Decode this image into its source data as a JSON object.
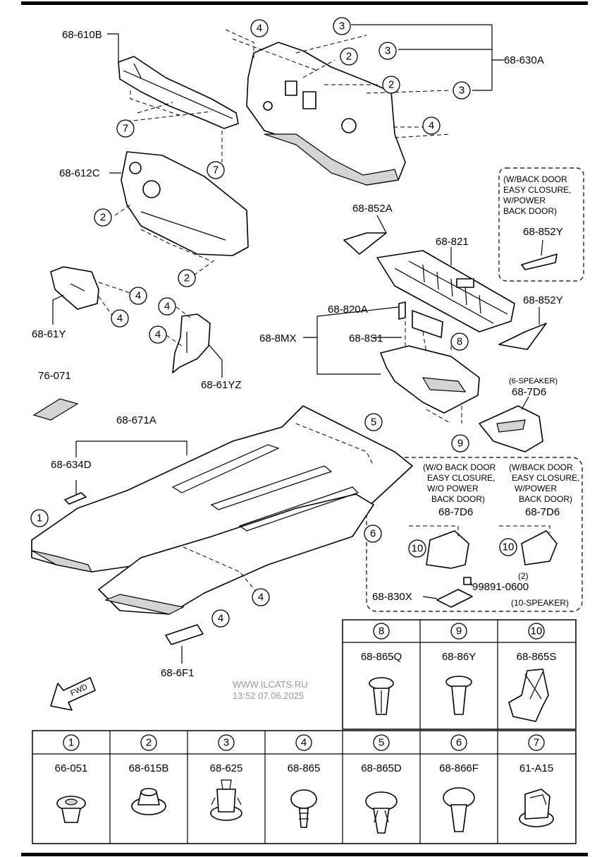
{
  "watermark": {
    "site": "WWW.ILCATS.RU",
    "time": "13:52 07.06.2025"
  },
  "fwd_label": "FWD",
  "labels": {
    "p610B": "68-610B",
    "p630A": "68-630A",
    "p612C": "68-612C",
    "p61Y": "68-61Y",
    "p61YZ": "68-61YZ",
    "p852A": "68-852A",
    "p821": "68-821",
    "p852Y_a": "68-852Y",
    "p852Y_b": "68-852Y",
    "p820A": "68-820A",
    "p8MX": "68-8MX",
    "p8S1": "68-8S1",
    "p7D6_a": "68-7D6",
    "p7D6_b": "68-7D6",
    "p7D6_c": "68-7D6",
    "p76071": "76-071",
    "p671A": "68-671A",
    "p634D": "68-634D",
    "p6F1": "68-6F1",
    "p830X": "68-830X",
    "p99891": "99891-0600",
    "qty2": "(2)"
  },
  "notes": {
    "easy_closure_1": [
      "(W/BACK DOOR",
      "EASY CLOSURE,",
      "W/POWER",
      "BACK DOOR)"
    ],
    "six_speaker": "(6-SPEAKER)",
    "wo_back_door": [
      "(W/O BACK DOOR",
      "EASY CLOSURE,",
      "W/O POWER",
      "BACK DOOR)"
    ],
    "w_back_door": [
      "(W/BACK DOOR",
      "EASY CLOSURE,",
      "W/POWER",
      "BACK DOOR)"
    ],
    "ten_speaker": "(10-SPEAKER)"
  },
  "callouts": [
    "1",
    "2",
    "3",
    "4",
    "5",
    "6",
    "7",
    "8",
    "9",
    "10"
  ],
  "fastener_table_top": [
    {
      "num": "8",
      "part": "68-865Q"
    },
    {
      "num": "9",
      "part": "68-86Y"
    },
    {
      "num": "10",
      "part": "68-865S"
    }
  ],
  "fastener_table_bottom": [
    {
      "num": "1",
      "part": "66-051"
    },
    {
      "num": "2",
      "part": "68-615B"
    },
    {
      "num": "3",
      "part": "68-625"
    },
    {
      "num": "4",
      "part": "68-865"
    },
    {
      "num": "5",
      "part": "68-865D"
    },
    {
      "num": "6",
      "part": "68-866F"
    },
    {
      "num": "7",
      "part": "61-A15"
    }
  ]
}
